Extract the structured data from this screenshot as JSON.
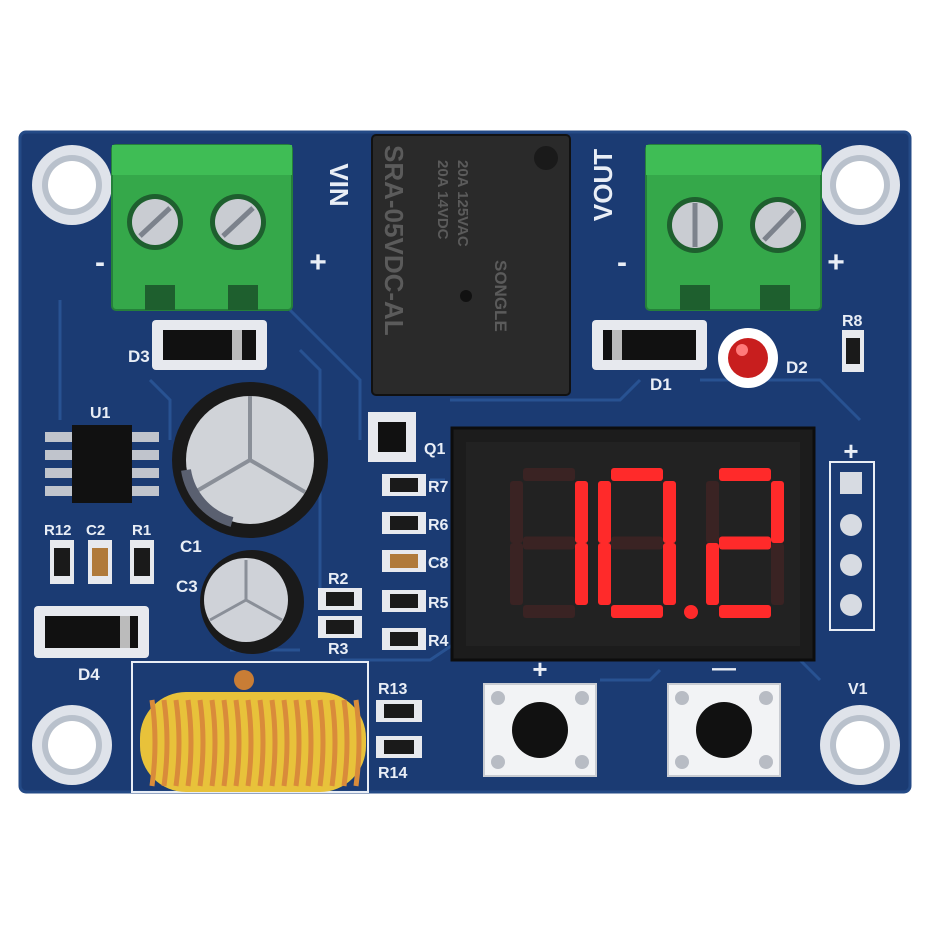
{
  "board": {
    "colors": {
      "pcb": "#1b3b73",
      "pcb_edge": "#244a86",
      "trace": "#2a5596",
      "silk": "#e9eef6",
      "terminal": "#35a84a",
      "relay": "#2a2a2a",
      "display_bg": "#1c1c1c",
      "segment_on": "#ff2a2a",
      "segment_off": "#3a2323",
      "inductor": "#d98b3a",
      "inductor_core": "#e8c23a"
    },
    "labels": {
      "vin": "VIN",
      "vin_plus": "+",
      "vin_minus": "-",
      "vout": "VOUT",
      "vout_minus": "-",
      "vout_plus": "+",
      "d1": "D1",
      "d2": "D2",
      "d3": "D3",
      "d4": "D4",
      "u1": "U1",
      "q1": "Q1",
      "c1": "C1",
      "c2": "C2",
      "c3": "C3",
      "c8": "C8",
      "r1": "R1",
      "r2": "R2",
      "r3": "R3",
      "r4": "R4",
      "r5": "R5",
      "r6": "R6",
      "r7": "R7",
      "r8": "R8",
      "r12": "R12",
      "r13": "R13",
      "r14": "R14",
      "v1": "V1",
      "btn_plus": "+",
      "btn_minus": "—"
    },
    "relay": {
      "model": "SRA-05VDC-AL",
      "rating1": "20A 14VDC",
      "rating2": "20A 125VAC",
      "brand": "SONGLE"
    },
    "display": {
      "reading": "10.2",
      "digits": [
        "1",
        "0",
        "2"
      ],
      "decimal_after_digit": 2
    },
    "buttons": [
      {
        "name": "plus",
        "label": "+"
      },
      {
        "name": "minus",
        "label": "—"
      }
    ]
  }
}
